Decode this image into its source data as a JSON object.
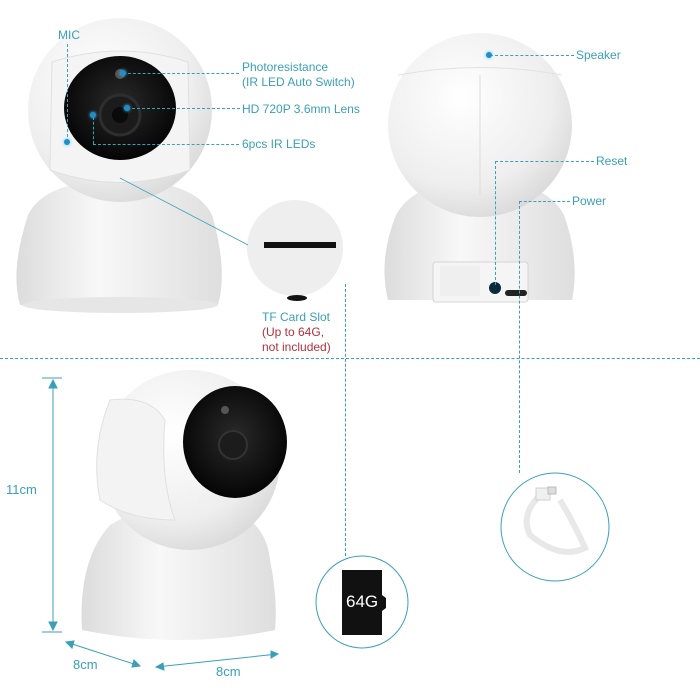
{
  "colors": {
    "accent": "#3aa0b8",
    "note_red": "#b0323f",
    "device_white": "#f2f2f2",
    "lens_black": "#111111"
  },
  "front_view": {
    "labels": {
      "mic": "MIC",
      "photoresistance_line1": "Photoresistance",
      "photoresistance_line2": "(IR LED Auto Switch)",
      "lens": "HD 720P 3.6mm Lens",
      "ir_leds": "6pcs IR LEDs"
    }
  },
  "tf_card": {
    "title": "TF Card Slot",
    "note_line1": "(Up to 64G,",
    "note_line2": "not included)",
    "card_label": "64G"
  },
  "back_view": {
    "labels": {
      "speaker": "Speaker",
      "reset": "Reset",
      "power": "Power"
    }
  },
  "dimensions": {
    "height": "11cm",
    "depth": "8cm",
    "width": "8cm"
  },
  "icons": {
    "cable": "usb-cable-icon",
    "sd_card": "microsd-card-icon"
  }
}
